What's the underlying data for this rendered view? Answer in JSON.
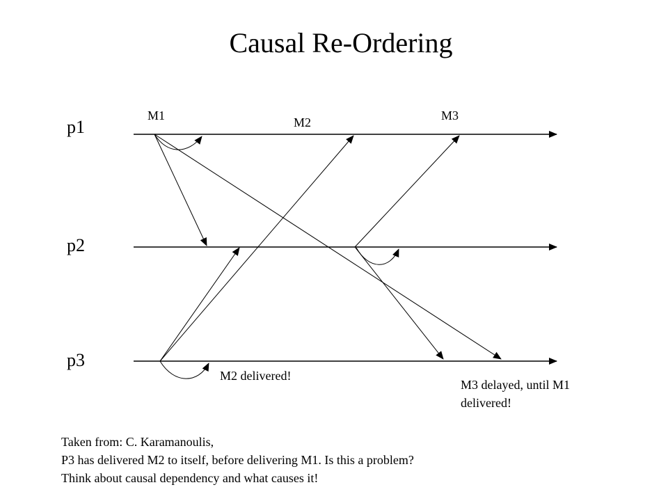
{
  "title": "Causal Re-Ordering",
  "processes": [
    "p1",
    "p2",
    "p3"
  ],
  "messages": {
    "m1": "M1",
    "m2": "M2",
    "m3": "M3"
  },
  "notes": {
    "m2_delivered": "M2 delivered!",
    "m3_delayed_line1": "M3 delayed, until M1",
    "m3_delayed_line2": "delivered!"
  },
  "caption": [
    "Taken from: C. Karamanoulis,",
    "P3 has delivered M2 to itself, before delivering M1.  Is this a problem?",
    "Think about causal dependency and what causes it!"
  ]
}
